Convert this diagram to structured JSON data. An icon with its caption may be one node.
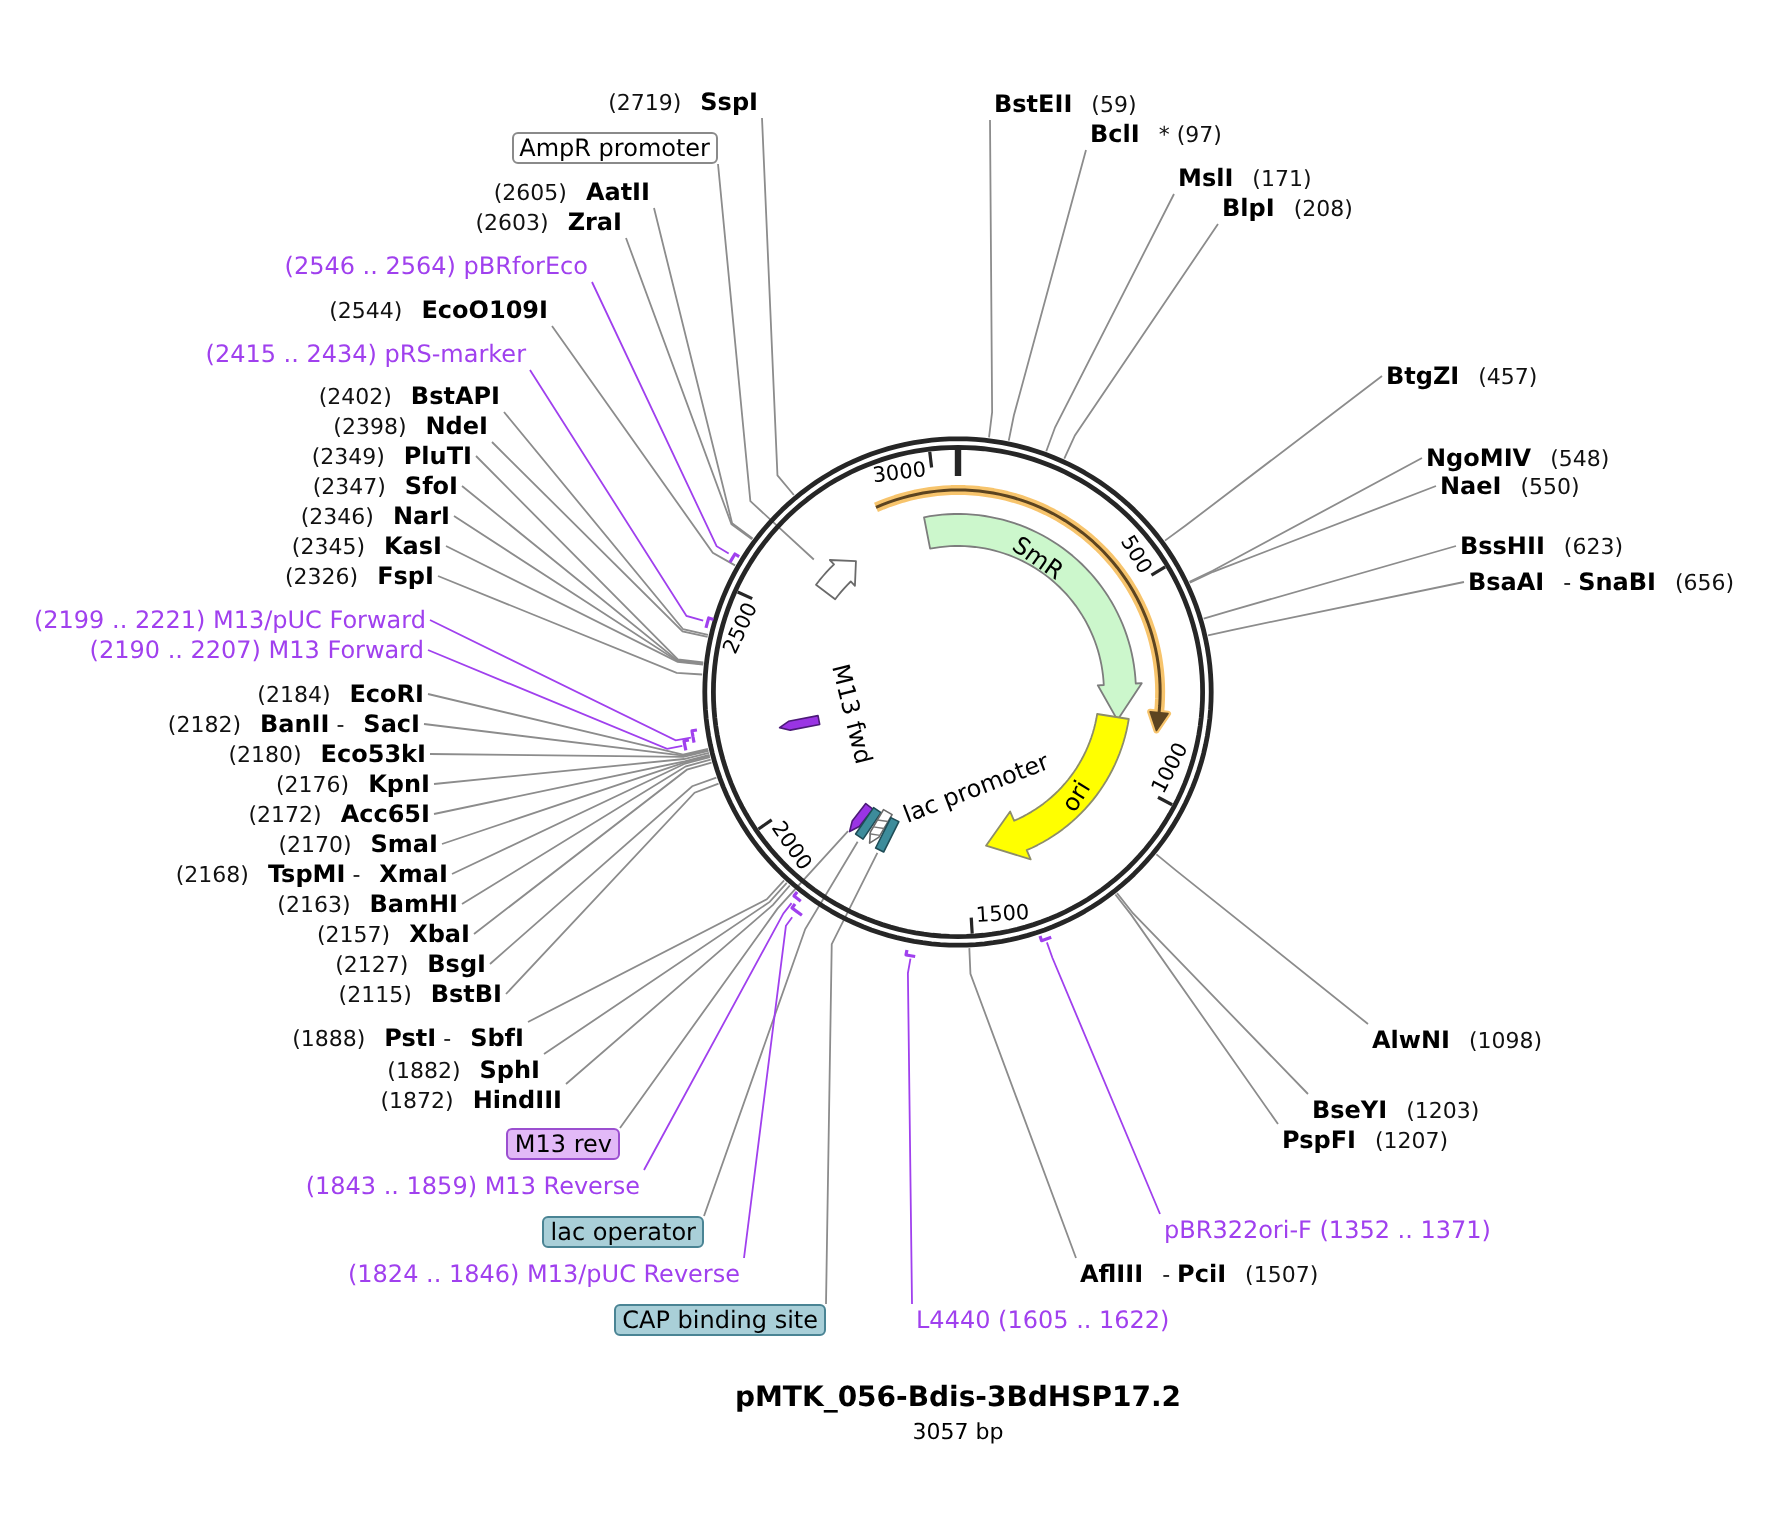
{
  "diagram": {
    "title": "pMTK_056-Bdis-3BdHSP17.2",
    "nodes": [
      {
        "text": [
          "(2719) **SspI**"
        ]
      },
      {
        "text": [
          "AmpR promoter"
        ]
      },
      {
        "text": [
          "(2605) **AatII**"
        ]
      },
      {
        "text": [
          "(2603) **ZraI**"
        ]
      },
      {
        "text": [
          "(2546 .. 2564) pBRforEco"
        ]
      },
      {
        "text": [
          "(2544) **EcoO109I**"
        ]
      },
      {
        "text": [
          "(2415 .. 2434) pRS-marker"
        ]
      },
      {
        "text": [
          "(2402) **BstAPI**"
        ]
      },
      {
        "text": [
          "(2398) **NdeI**"
        ]
      },
      {
        "text": [
          "(2349) **PluTI**"
        ]
      },
      {
        "text": [
          "(2347) **SfoI**"
        ]
      },
      {
        "text": [
          "(2346) **NarI**"
        ]
      },
      {
        "text": [
          "(2345) **KasI**"
        ]
      },
      {
        "text": [
          "(2326) **FspI**"
        ]
      },
      {
        "text": [
          "(2199 .. 2221) M13/pUC Forward"
        ]
      },
      {
        "text": [
          "(2190 .. 2207) M13 Forward"
        ]
      },
      {
        "text": [
          "(2184) **EcoRI**"
        ]
      },
      {
        "text": [
          "(2182) **BanII** - **SacI**"
        ]
      },
      {
        "text": [
          "(2180) **Eco53kI**"
        ]
      },
      {
        "text": [
          "(2176) **KpnI**"
        ]
      },
      {
        "text": [
          "(2172) **Acc65I**"
        ]
      },
      {
        "text": [
          "(2170) **SmaI**"
        ]
      },
      {
        "text": [
          "(2168) **TspMI** - **XmaI**"
        ]
      },
      {
        "text": [
          "(2163) **BamHI**"
        ]
      },
      {
        "text": [
          "(2157) **XbaI**"
        ]
      },
      {
        "text": [
          "(2127) **BsgI**"
        ]
      },
      {
        "text": [
          "(2115) **BstBI**"
        ]
      },
      {
        "text": [
          "(1888) **PstI** - **SbfI**"
        ]
      },
      {
        "text": [
          "(1882) **SphI**"
        ]
      },
      {
        "text": [
          "(1872) **HindIII**"
        ]
      },
      {
        "text": [
          "M13 rev"
        ]
      },
      {
        "text": [
          "(1843 .. 1859) M13 Reverse"
        ]
      },
      {
        "text": [
          "lac operator"
        ]
      },
      {
        "text": [
          "(1824 .. 1846) M13/pUC Reverse"
        ]
      },
      {
        "text": [
          "CAP binding site"
        ]
      },
      {
        "text": [
          "**BstEII** (59)"
        ]
      },
      {
        "text": [
          "**BclI** * (97)"
        ]
      },
      {
        "text": [
          "**MslI** (171)"
        ]
      },
      {
        "text": [
          "**BlpI** (208)"
        ]
      },
      {
        "text": [
          "**BtgZI** (457)"
        ]
      },
      {
        "text": [
          "**NgoMIV** (548)"
        ]
      },
      {
        "text": [
          "**NaeI** (550)"
        ]
      },
      {
        "text": [
          "**BssHII** (623)"
        ]
      },
      {
        "text": [
          "**BsaAI** - **SnaBI** (656)"
        ]
      },
      {
        "text": [
          "**AlwNI** (1098)"
        ]
      },
      {
        "text": [
          "**BseYI** (1203)"
        ]
      },
      {
        "text": [
          "**PspFI** (1207)"
        ]
      },
      {
        "text": [
          "pBR322ori-F (1352 .. 1371)"
        ]
      },
      {
        "text": [
          "**AflIII** - **PciI** (1507)"
        ]
      },
      {
        "text": [
          "L4440 (1605 .. 1622)"
        ]
      },
      {
        "text": [],
        "shape": "circle"
      },
      {
        "text": [],
        "shape": "arrow",
        "in": 50
      },
      {
        "text": [
          "SmR"
        ],
        "in": 51
      },
      {
        "text": [
          "ori"
        ],
        "in": 50
      },
      {
        "text": [],
        "shape": "arrow",
        "in": 50
      },
      {
        "text": [],
        "shape": "arrow",
        "beside": [
          "M13 fwd"
        ],
        "in": 50
      },
      {
        "text": [],
        "shape": "arrow",
        "in": 50
      },
      {
        "text": [],
        "shape": "box",
        "in": 50
      },
      {
        "text": [],
        "shape": "arrow",
        "beside": [
          "lac promoter"
        ],
        "in": 50
      },
      {
        "text": [],
        "shape": "box",
        "in": 50
      },
      {
        "text": [],
        "shape": "bar",
        "in": 50
      },
      {
        "text": [],
        "shape": "bar",
        "in": 50
      },
      {
        "text": [],
        "shape": "bar"
      },
      {
        "text": [],
        "shape": "bar"
      },
      {
        "text": [],
        "shape": "bar",
        "in": 50
      },
      {
        "text": [],
        "shape": "bar",
        "in": 50
      },
      {
        "text": [],
        "shape": "bar",
        "in": 50
      },
      {
        "text": [],
        "shape": "bar"
      }
    ],
    "edges": [
      {
        "from": 0,
        "to": 50,
        "arrow": "none"
      },
      {
        "from": 1,
        "to": 54,
        "arrow": "none"
      },
      {
        "from": 2,
        "to": 50,
        "arrow": "none"
      },
      {
        "from": 3,
        "to": 50,
        "arrow": "none"
      },
      {
        "from": 4,
        "to": 60,
        "arrow": "none",
        "color": "#a040ee"
      },
      {
        "from": 5,
        "to": 50,
        "arrow": "none"
      },
      {
        "from": 6,
        "to": 61,
        "arrow": "none",
        "color": "#a040ee"
      },
      {
        "from": 7,
        "to": 50,
        "arrow": "none"
      },
      {
        "from": 8,
        "to": 50,
        "arrow": "none"
      },
      {
        "from": 9,
        "to": 50,
        "arrow": "none"
      },
      {
        "from": 10,
        "to": 50,
        "arrow": "none"
      },
      {
        "from": 11,
        "to": 50,
        "arrow": "none"
      },
      {
        "from": 12,
        "to": 50,
        "arrow": "none"
      },
      {
        "from": 13,
        "to": 50,
        "arrow": "none"
      },
      {
        "from": 14,
        "to": 62,
        "arrow": "none",
        "color": "#a040ee"
      },
      {
        "from": 15,
        "to": 63,
        "arrow": "none",
        "color": "#a040ee"
      },
      {
        "from": 16,
        "to": 50,
        "arrow": "none"
      },
      {
        "from": 17,
        "to": 50,
        "arrow": "none"
      },
      {
        "from": 18,
        "to": 50,
        "arrow": "none"
      },
      {
        "from": 19,
        "to": 50,
        "arrow": "none"
      },
      {
        "from": 20,
        "to": 50,
        "arrow": "none"
      },
      {
        "from": 21,
        "to": 50,
        "arrow": "none"
      },
      {
        "from": 22,
        "to": 50,
        "arrow": "none"
      },
      {
        "from": 23,
        "to": 50,
        "arrow": "none"
      },
      {
        "from": 24,
        "to": 50,
        "arrow": "none"
      },
      {
        "from": 25,
        "to": 50,
        "arrow": "none"
      },
      {
        "from": 26,
        "to": 50,
        "arrow": "none"
      },
      {
        "from": 27,
        "to": 50,
        "arrow": "none"
      },
      {
        "from": 28,
        "to": 50,
        "arrow": "none"
      },
      {
        "from": 29,
        "to": 50,
        "arrow": "none"
      },
      {
        "from": 30,
        "to": 56,
        "arrow": "none"
      },
      {
        "from": 31,
        "to": 64,
        "arrow": "none",
        "color": "#a040ee"
      },
      {
        "from": 32,
        "to": 57,
        "arrow": "none"
      },
      {
        "from": 33,
        "to": 65,
        "arrow": "none",
        "color": "#a040ee"
      },
      {
        "from": 34,
        "to": 59,
        "arrow": "none"
      },
      {
        "from": 35,
        "to": 50,
        "arrow": "none"
      },
      {
        "from": 36,
        "to": 50,
        "arrow": "none"
      },
      {
        "from": 37,
        "to": 50,
        "arrow": "none"
      },
      {
        "from": 38,
        "to": 50,
        "arrow": "none"
      },
      {
        "from": 39,
        "to": 50,
        "arrow": "none"
      },
      {
        "from": 40,
        "to": 50,
        "arrow": "none"
      },
      {
        "from": 41,
        "to": 50,
        "arrow": "none"
      },
      {
        "from": 42,
        "to": 50,
        "arrow": "none"
      },
      {
        "from": 43,
        "to": 50,
        "arrow": "none"
      },
      {
        "from": 44,
        "to": 50,
        "arrow": "none"
      },
      {
        "from": 45,
        "to": 50,
        "arrow": "none"
      },
      {
        "from": 46,
        "to": 50,
        "arrow": "none"
      },
      {
        "from": 47,
        "to": 66,
        "arrow": "none",
        "color": "#a040ee"
      },
      {
        "from": 48,
        "to": 50,
        "arrow": "none"
      },
      {
        "from": 49,
        "to": 67,
        "arrow": "none",
        "color": "#a040ee"
      }
    ],
    "labels": [
      "3000",
      "500",
      "1000",
      "1500",
      "2000",
      "2500",
      "3057 bp"
    ]
  }
}
